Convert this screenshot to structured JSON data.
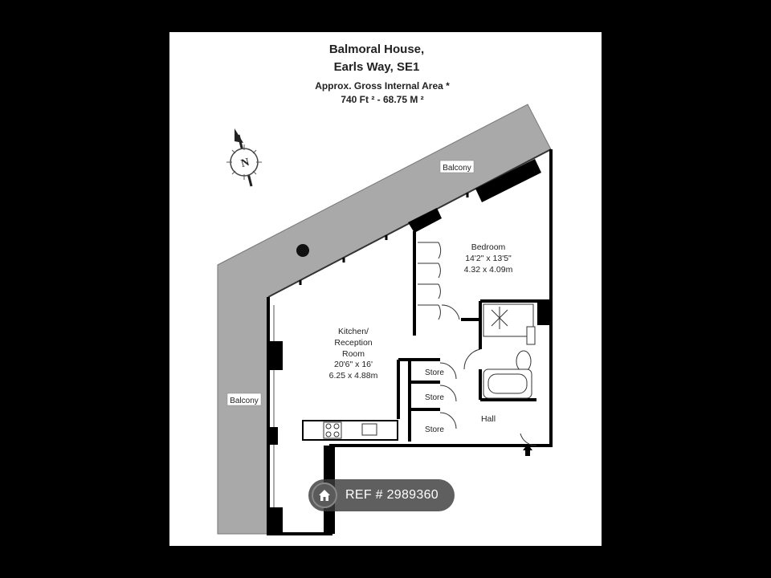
{
  "header": {
    "building": "Balmoral House,",
    "street": "Earls Way, SE1",
    "area_label": "Approx. Gross Internal Area *",
    "area_value": "740 Ft ²  -  68.75 M ²"
  },
  "compass": {
    "letter": "N"
  },
  "rooms": {
    "bedroom": {
      "name": "Bedroom",
      "dims_imperial": "14'2\" x 13'5\"",
      "dims_metric": "4.32 x 4.09m"
    },
    "kitchen": {
      "line1": "Kitchen/",
      "line2": "Reception",
      "line3": "Room",
      "dims_imperial": "20'6\" x 16'",
      "dims_metric": "6.25 x 4.88m"
    },
    "store1": "Store",
    "store2": "Store",
    "store3": "Store",
    "hall": "Hall",
    "balcony_top": "Balcony",
    "balcony_left": "Balcony"
  },
  "ref": {
    "text": "REF # 2989360"
  },
  "colors": {
    "page": "#ffffff",
    "frame": "#000000",
    "balcony": "#a9a9a9",
    "wall": "#000000"
  }
}
